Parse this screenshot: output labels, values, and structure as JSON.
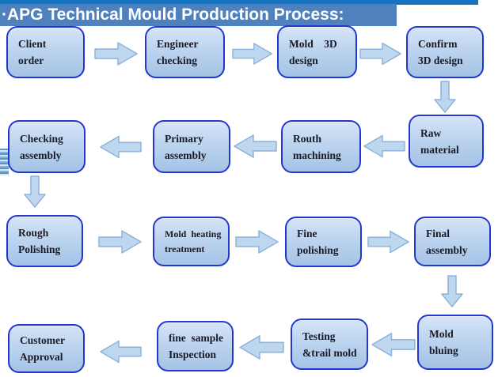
{
  "header": {
    "title": "·APG Technical Mould Production Process:",
    "title_color": "#FFFFFF",
    "highlight_color": "#4E81BD",
    "accent_bar_color": "#1573BF"
  },
  "flowchart": {
    "box_border_color": "#2336CE",
    "box_fill_top": "#D6E4F7",
    "box_fill_bottom": "#A5C3E6",
    "arrow_fill": "#BDD7EE",
    "arrow_stroke": "#8FB2D8",
    "boxes": [
      {
        "id": "client-order",
        "label": "Client\norder"
      },
      {
        "id": "engineer-checking",
        "label": "Engineer\nchecking"
      },
      {
        "id": "mold-3d-design",
        "label": "Mold    3D\ndesign"
      },
      {
        "id": "confirm-3d-design",
        "label": "Confirm\n3D design"
      },
      {
        "id": "raw-material",
        "label": "Raw\nmaterial"
      },
      {
        "id": "routh-machining",
        "label": "Routh\nmachining"
      },
      {
        "id": "primary-assembly",
        "label": "Primary\nassembly"
      },
      {
        "id": "checking-assembly",
        "label": "Checking\nassembly"
      },
      {
        "id": "rough-polishing",
        "label": "Rough\nPolishing"
      },
      {
        "id": "mold-heating-treatment",
        "label": "Mold  heating\ntreatment"
      },
      {
        "id": "fine-polishing",
        "label": "Fine\npolishing"
      },
      {
        "id": "final-assembly",
        "label": "Final\nassembly"
      },
      {
        "id": "mold-bluing",
        "label": "Mold\nbluing"
      },
      {
        "id": "testing-trail-mold",
        "label": "Testing\n&trail mold"
      },
      {
        "id": "fine-sample-inspection",
        "label": "fine  sample\nInspection"
      },
      {
        "id": "customer-approval",
        "label": "Customer\nApproval"
      }
    ],
    "connections": [
      {
        "from": "client-order",
        "to": "engineer-checking",
        "direction": "right"
      },
      {
        "from": "engineer-checking",
        "to": "mold-3d-design",
        "direction": "right"
      },
      {
        "from": "mold-3d-design",
        "to": "confirm-3d-design",
        "direction": "right"
      },
      {
        "from": "confirm-3d-design",
        "to": "raw-material",
        "direction": "down"
      },
      {
        "from": "raw-material",
        "to": "routh-machining",
        "direction": "left"
      },
      {
        "from": "routh-machining",
        "to": "primary-assembly",
        "direction": "left"
      },
      {
        "from": "primary-assembly",
        "to": "checking-assembly",
        "direction": "left"
      },
      {
        "from": "checking-assembly",
        "to": "rough-polishing",
        "direction": "down"
      },
      {
        "from": "rough-polishing",
        "to": "mold-heating-treatment",
        "direction": "right"
      },
      {
        "from": "mold-heating-treatment",
        "to": "fine-polishing",
        "direction": "right"
      },
      {
        "from": "fine-polishing",
        "to": "final-assembly",
        "direction": "right"
      },
      {
        "from": "final-assembly",
        "to": "mold-bluing",
        "direction": "down"
      },
      {
        "from": "mold-bluing",
        "to": "testing-trail-mold",
        "direction": "left"
      },
      {
        "from": "testing-trail-mold",
        "to": "fine-sample-inspection",
        "direction": "left"
      },
      {
        "from": "fine-sample-inspection",
        "to": "customer-approval",
        "direction": "left"
      }
    ]
  }
}
